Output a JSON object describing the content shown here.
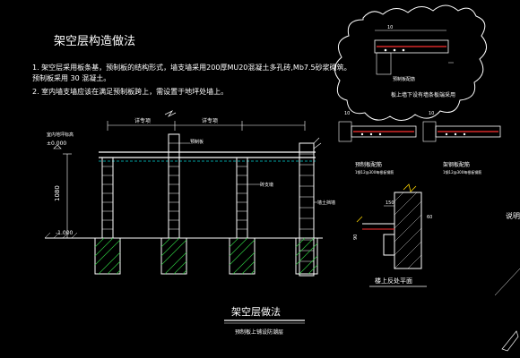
{
  "title": "架空层构造做法",
  "notes": [
    "1. 架空层采用板条基，预制板的结构形式，墙支墙采用200厚MU20混凝土多孔砖,Mb7.5砂浆砌筑。",
    "    预制板采用 30 混凝土。",
    "2. 室内墙支墙应该在满足预制板跨上，需设置于地坪处墙上。"
  ],
  "cloud": {
    "caption": "板上墙下设有墙条板端采用",
    "detail_label": "预制板配筋"
  },
  "right_labels": {
    "slab_a": "预制板配筋",
    "slab_a_sub": "1钢12@300每根板钢筋",
    "slab_b": "架钢板配筋",
    "slab_b_sub": "1钢12@300每根板钢筋",
    "edge_title": "楼上反处平面",
    "dim_150": "150",
    "dim_90": "90",
    "dim_10": "10",
    "dim_60": "60",
    "partial": "说明"
  },
  "section": {
    "dim_left": "1080",
    "elev_top": "±0.000",
    "elev_bottom": "-1.000",
    "label_top_left": "室内地坪标高",
    "label_slab": "预制板",
    "label_pier": "砖支墩",
    "label_wall": "墙土挡墙",
    "dim_span_a": "详专项",
    "dim_span_b": "详专项"
  },
  "bottom_title": "架空层做法",
  "bottom_subtitle": "预制板上铺设防潮层"
}
